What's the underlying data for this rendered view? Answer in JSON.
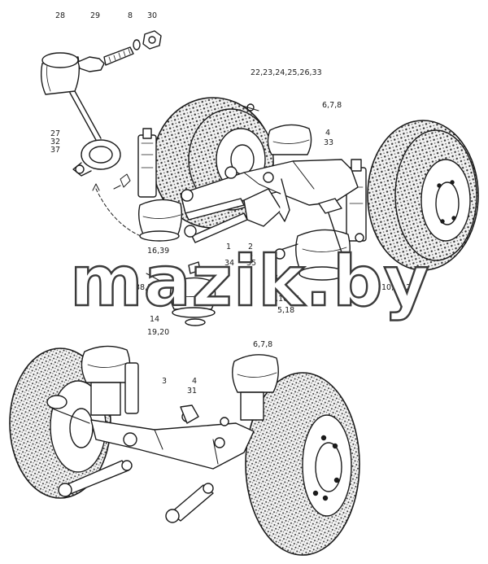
{
  "labels": {
    "l28": "28",
    "l29": "29",
    "l8": "8",
    "l30": "30",
    "l22": "22,23,24,25,26,33",
    "l678top": "6,7,8",
    "l4": "4",
    "l33": "33",
    "l27": "27",
    "l32": "32",
    "l37": "37",
    "l1639": "16,39",
    "l1": "1",
    "l34": "34",
    "l2": "2",
    "l35": "35",
    "l3a": "3",
    "l38": "38,12",
    "l14": "14",
    "l1920": "19,20",
    "l13": "13",
    "l91011": "9,10,11",
    "l518": "5,18",
    "l1740": "17,40",
    "l1021": "10,21,21",
    "l678b": "6,7,8",
    "l3": "3",
    "l4b": "4",
    "l31": "31"
  },
  "watermark": "mazik.by",
  "colors": {
    "ink": "#1b1b1b",
    "tire": "#2a2a2a",
    "paper": "#ffffff"
  }
}
